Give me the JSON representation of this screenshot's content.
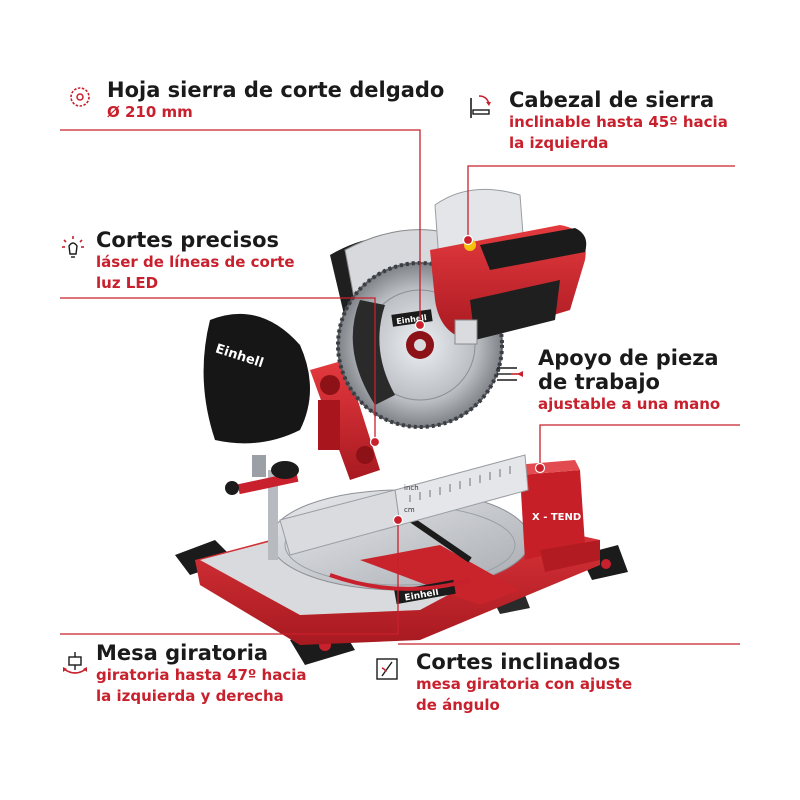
{
  "features": {
    "blade": {
      "title": "Hoja sierra de corte delgado",
      "subtitle": "Ø 210 mm",
      "icon": "saw-blade-icon"
    },
    "head": {
      "title": "Cabezal de sierra",
      "subtitle_line1": "inclinable hasta 45º hacia",
      "subtitle_line2": "la izquierda",
      "icon": "tilt-head-icon"
    },
    "laser": {
      "title": "Cortes precisos",
      "subtitle_line1": "láser de líneas de corte",
      "subtitle_line2": "luz LED",
      "icon": "laser-bulb-icon"
    },
    "support": {
      "title_line1": "Apoyo de pieza",
      "title_line2": "de trabajo",
      "subtitle": "ajustable a una mano",
      "icon": "extension-support-icon"
    },
    "table": {
      "title": "Mesa giratoria",
      "subtitle_line1": "giratoria hasta 47º hacia",
      "subtitle_line2": "la izquierda y derecha",
      "icon": "turntable-icon"
    },
    "bevel": {
      "title": "Cortes inclinados",
      "subtitle_line1": "mesa giratoria con ajuste",
      "subtitle_line2": "de ángulo",
      "icon": "bevel-angle-icon"
    }
  },
  "product": {
    "brand_bag": "Einhell",
    "brand_blade": "Einhell",
    "brand_base": "Einhell",
    "extension_label": "X - TEND",
    "scale_unit": "inch",
    "scale_unit_metric": "cm"
  },
  "colors": {
    "accent_red": "#c8202c",
    "text_dark": "#1a1a1a",
    "tool_red": "#d0232b",
    "tool_black": "#1b1b1b",
    "metal_grey": "#c9cbcf"
  }
}
